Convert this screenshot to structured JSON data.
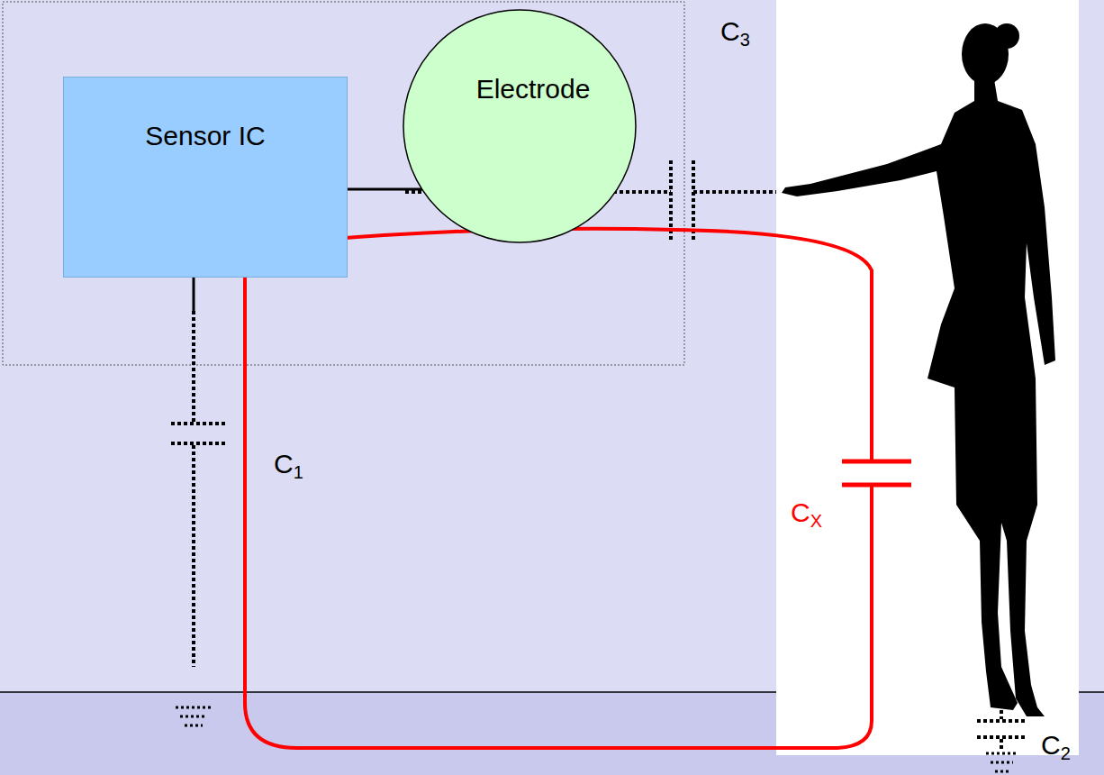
{
  "diagram": {
    "nodes": [
      {
        "text": [
          "Sensor IC"
        ]
      },
      {
        "text": [
          "Electrode"
        ]
      }
    ],
    "edges": [
      {
        "from": 0,
        "to": 1,
        "arrow": "none"
      }
    ],
    "labels": [
      "C3",
      "C1",
      "CX",
      "C2"
    ]
  }
}
